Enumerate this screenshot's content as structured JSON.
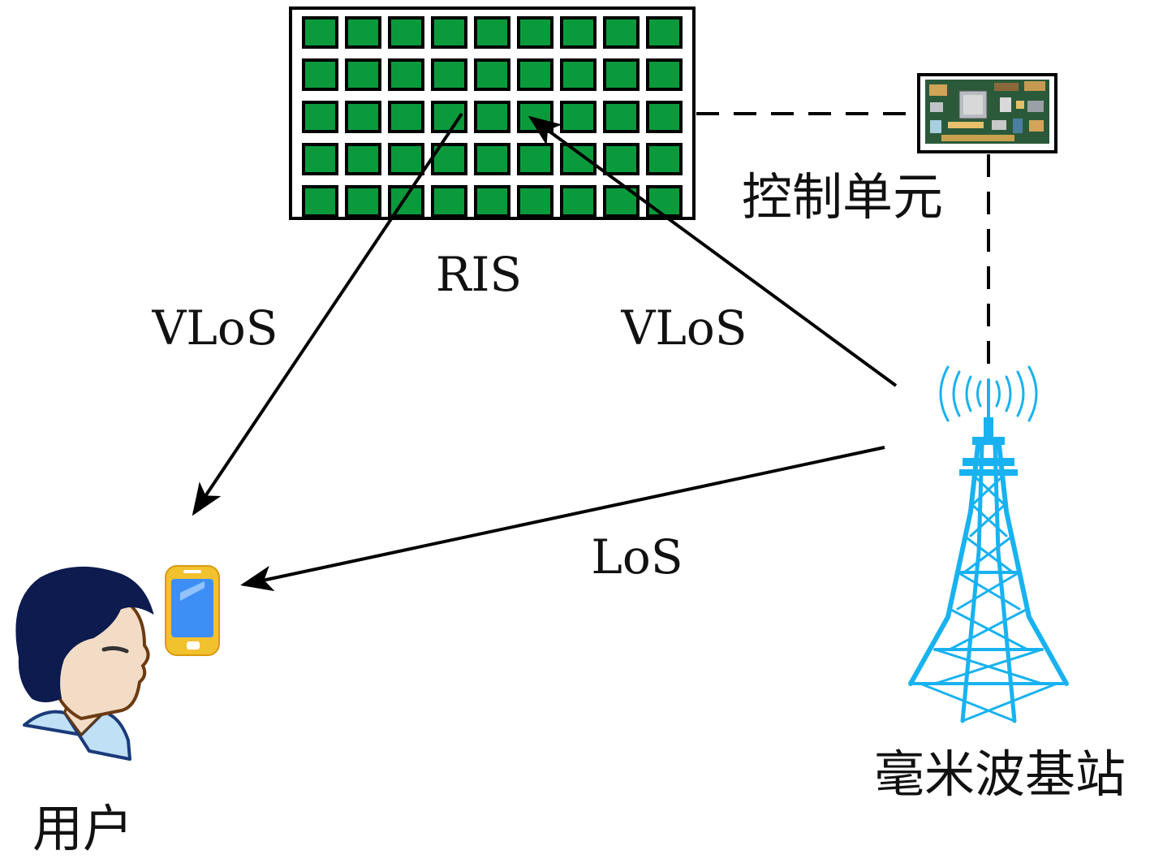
{
  "labels": {
    "ris": "RIS",
    "vlos_left": "VLoS",
    "vlos_right": "VLoS",
    "los": "LoS",
    "control_unit": "控制单元",
    "base_station": "毫米波基站",
    "user": "用户"
  },
  "ris": {
    "rows": 5,
    "cols": 9,
    "element_color": "#0a9a3c"
  },
  "colors": {
    "line": "#000000",
    "tower": "#19b2f0",
    "phone_body": "#f2c12e",
    "phone_screen": "#3d8ff5",
    "hair": "#0d1b4f",
    "skin": "#f3dcc6",
    "shirt": "#bfe0f5",
    "board": "#2b5a3a"
  },
  "icons": {
    "ris": "ris-panel-icon",
    "control_unit": "fpga-board-icon",
    "base_station": "antenna-tower-icon",
    "user": "user-avatar-icon",
    "phone": "smartphone-icon"
  }
}
